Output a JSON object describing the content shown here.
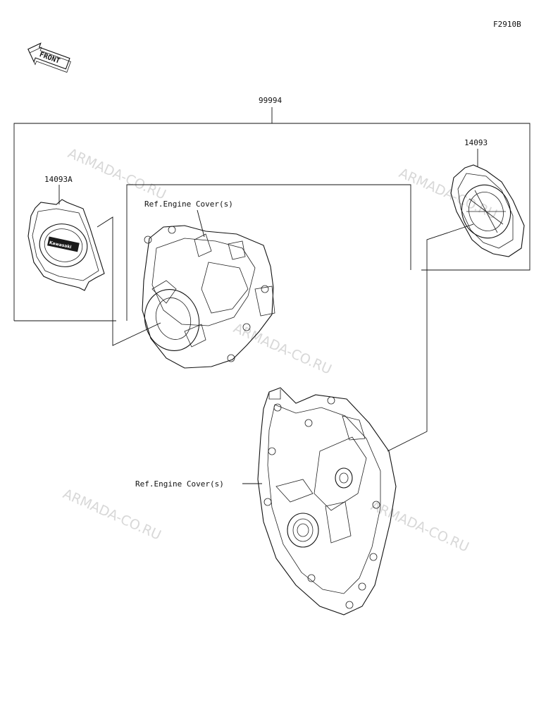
{
  "figure_code": "F2910B",
  "front_arrow_text": "FRONT",
  "kit_part_number": "99994",
  "parts": {
    "left_cover": "14093A",
    "right_cover": "14093",
    "ref_upper": "Ref.Engine Cover(s)",
    "ref_lower": "Ref.Engine Cover(s)"
  },
  "badge_text": "Kawasaki",
  "watermark": "ARMADA-CO.RU"
}
